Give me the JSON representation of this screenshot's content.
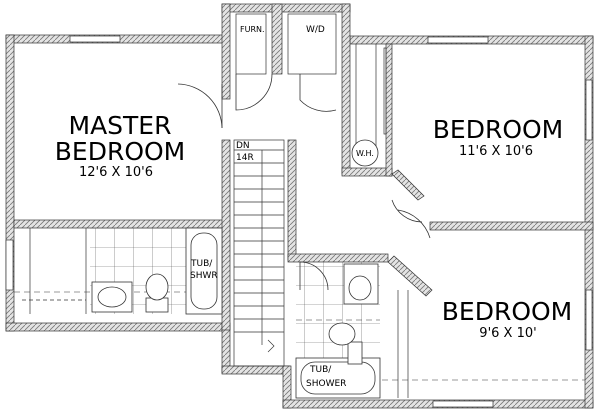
{
  "rooms": {
    "master_line1": "MASTER",
    "master_line2": "BEDROOM",
    "master_dims": "12'6 X 10'6",
    "bed2_name": "BEDROOM",
    "bed2_dims": "11'6 X 10'6",
    "bed3_name": "BEDROOM",
    "bed3_dims": "9'6 X 10'"
  },
  "fixtures": {
    "furn": "FURN.",
    "wd": "W/D",
    "wh": "W.H.",
    "dn_line1": "DN",
    "dn_line2": "14R",
    "tub_line1": "TUB/",
    "tub_line2": "SHWR",
    "tub2_line1": "TUB/",
    "tub2_line2": "SHOWER"
  }
}
